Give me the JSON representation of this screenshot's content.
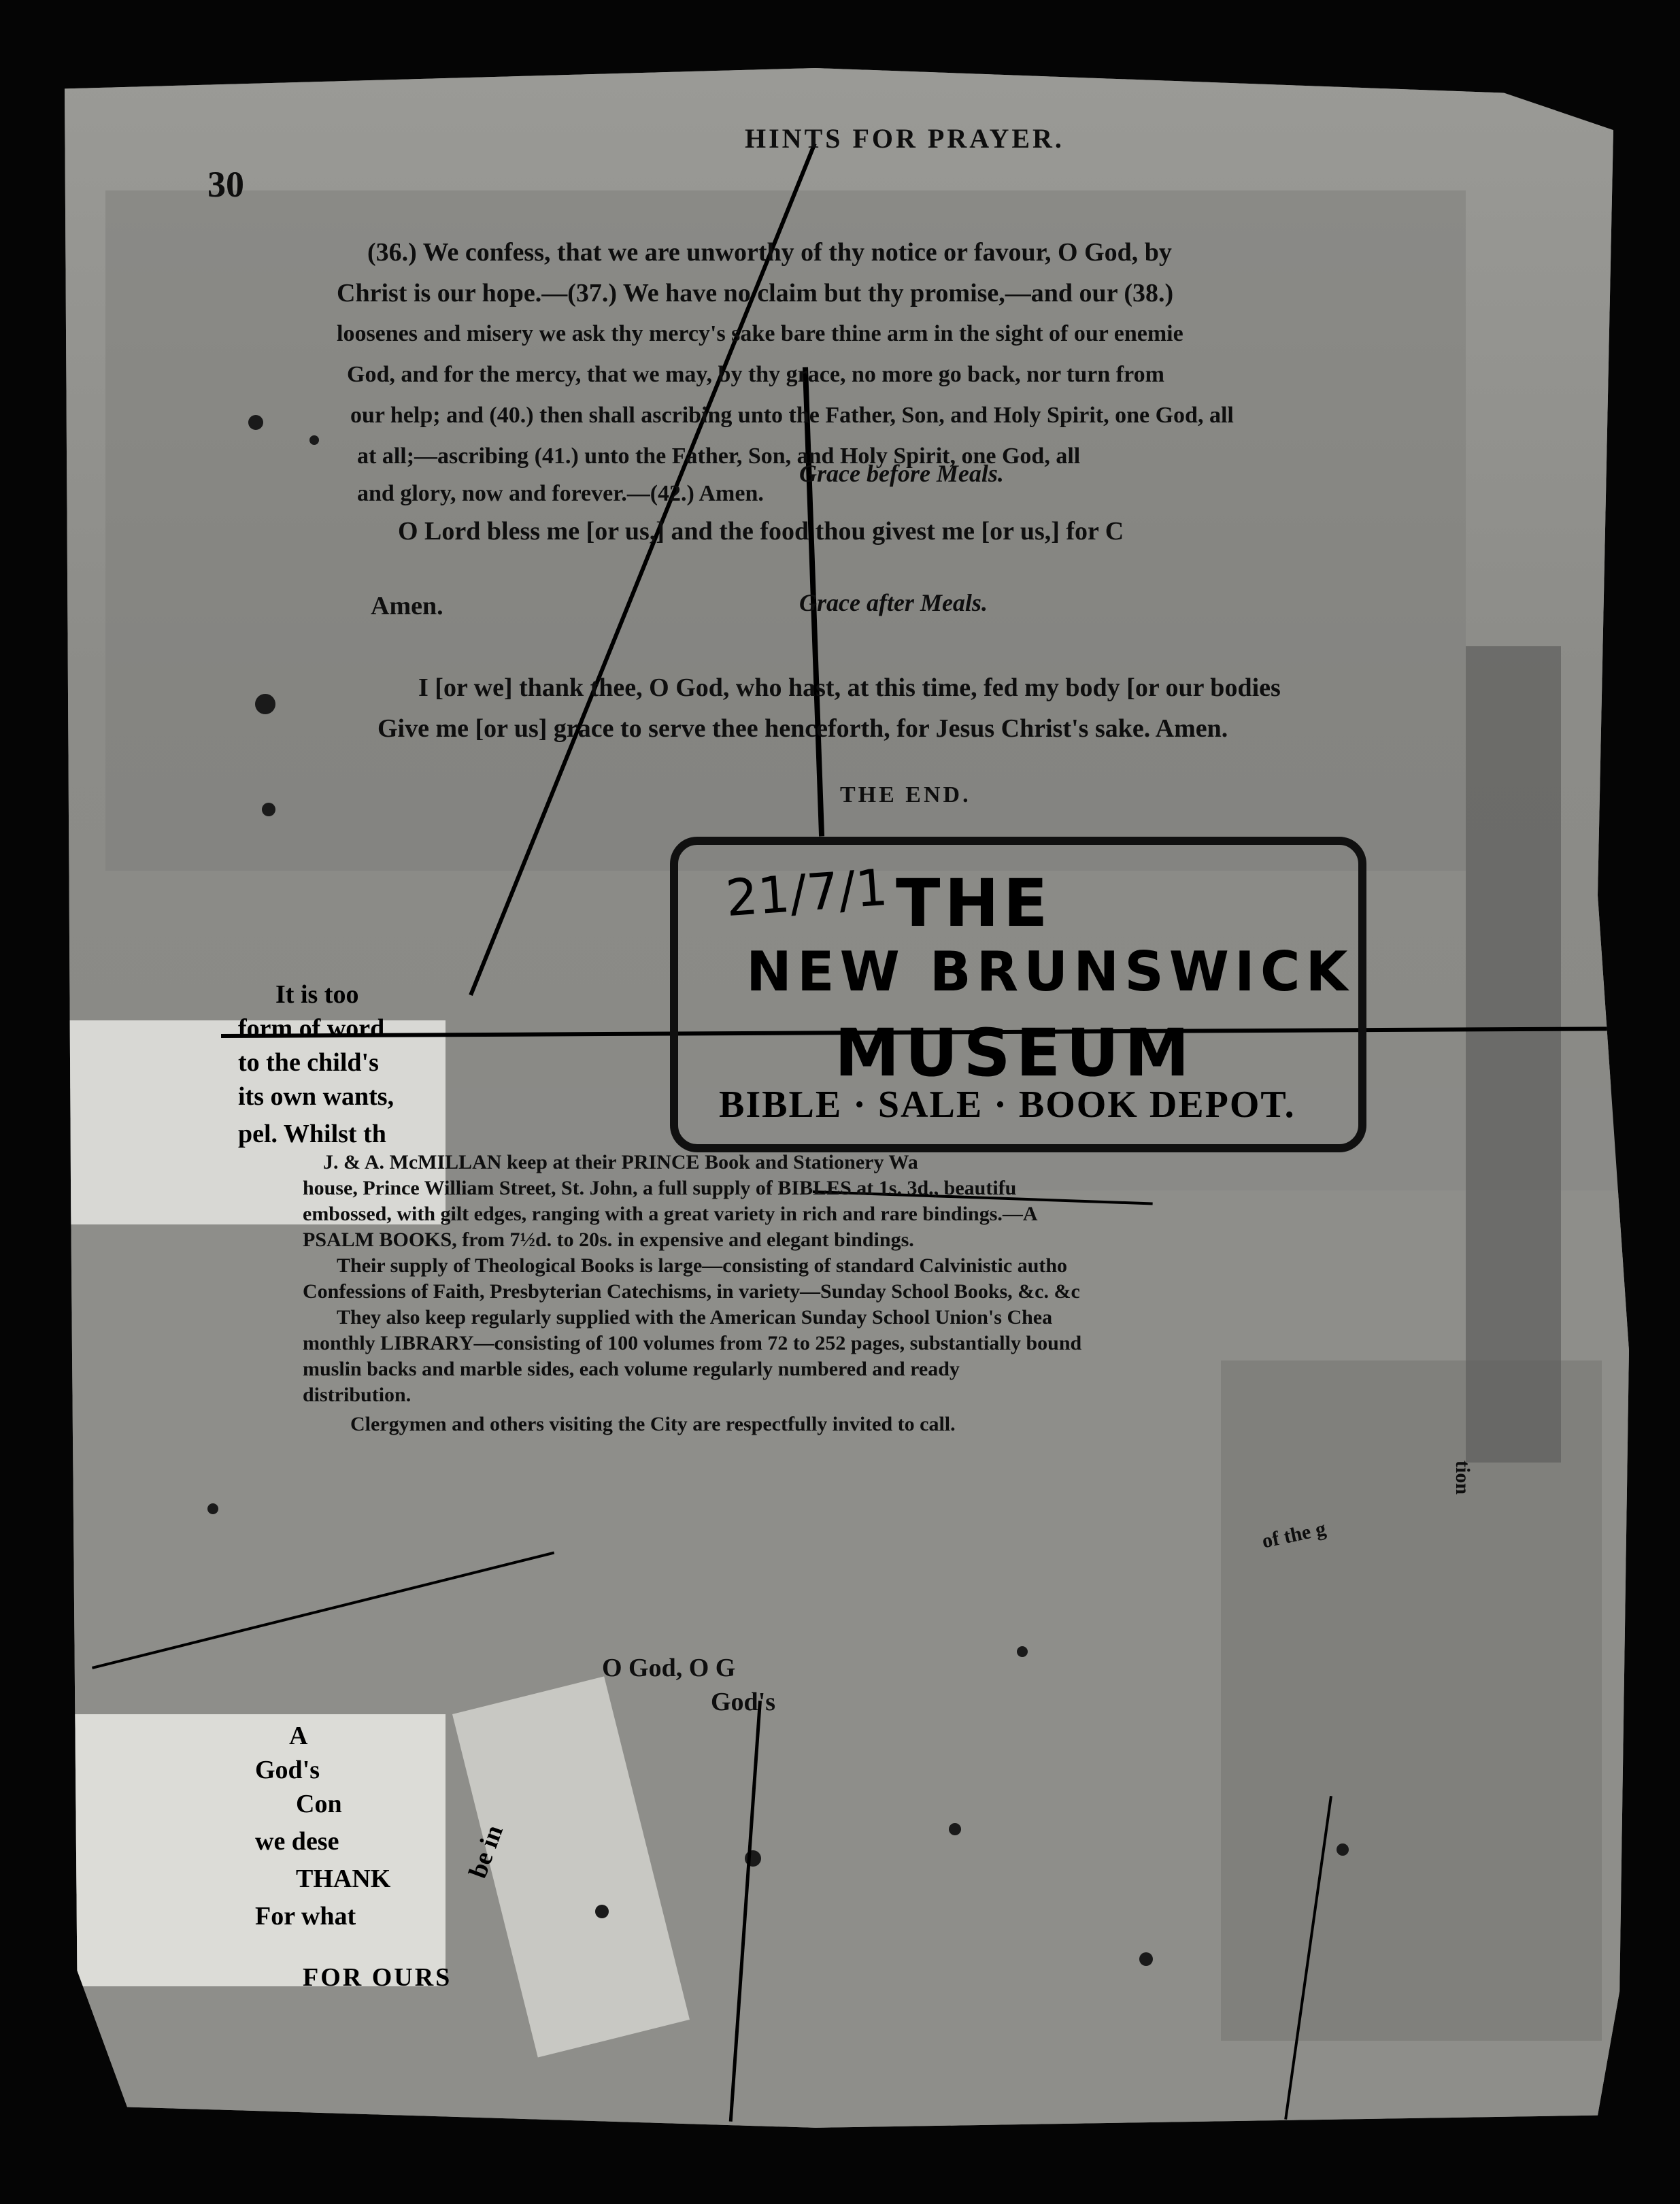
{
  "page_number": "30",
  "running_header": "HINTS FOR PRAYER.",
  "prayer_lines": [
    "(36.) We confess, that we are unworthy of thy notice or favour, O God, by",
    "Christ is our hope.—(37.) We have no claim but thy promise,—and our (38.)",
    "loosenes and misery we ask thy mercy's sake bare thine arm in the sight of our enemie",
    "God, and for the mercy, that we may, by thy grace, no more go back, nor turn from",
    "our help; and (40.) then shall ascribing unto the Father, Son, and Holy Spirit, one God, all",
    "at all;—ascribing (41.) unto the Father, Son, and Holy Spirit, one God, all",
    "and glory, now and forever.—(42.) Amen."
  ],
  "grace_before_title": "Grace before Meals.",
  "grace_before_text": "O Lord bless me [or us,] and the food thou givest me [or us,] for C",
  "grace_before_amen": "Amen.",
  "grace_after_title": "Grace after Meals.",
  "grace_after_lines": [
    "I [or we] thank thee, O God, who hast, at this time, fed my body [or our bodies",
    "Give me [or us] grace to serve thee henceforth, for Jesus Christ's sake.   Amen."
  ],
  "the_end": "THE END.",
  "stamp": {
    "handwritten": "21/7/1",
    "line1": "THE",
    "line2": "NEW BRUNSWICK",
    "line3": "MUSEUM",
    "line4": "BIBLE · SALE · BOOK DEPOT."
  },
  "left_fragment_lines": [
    "It is too",
    "form of word",
    "to the child's",
    "its own wants,",
    "pel.  Whilst th"
  ],
  "advert_lines": [
    "J. & A. McMILLAN keep at their PRINCE Book and Stationery Wa",
    "house, Prince William Street, St. John, a full supply of BIBLES at 1s. 3d., beautifu",
    "embossed, with gilt edges, ranging with a great variety in rich and rare bindings.—A",
    "PSALM BOOKS, from 7½d. to 20s. in expensive and elegant bindings.",
    "Their supply of Theological Books is large—consisting of standard Calvinistic autho",
    "Confessions of Faith, Presbyterian Catechisms, in variety—Sunday School Books, &c. &c",
    "They also keep regularly supplied with the American Sunday School Union's Chea",
    "monthly LIBRARY—consisting of 100 volumes from 72 to 252 pages, substantially bound",
    "muslin backs and marble sides, each volume regularly numbered and ready",
    "distribution."
  ],
  "advert_closing": "Clergymen and others visiting the City are respectfully invited to call.",
  "lower_fragments": [
    "O God, O G",
    "God's",
    "of the g",
    "tion"
  ],
  "lower_left_lines": [
    "A",
    "God's",
    "Con",
    "we dese",
    "THANK",
    "For what",
    "FOR OURS"
  ],
  "slip_text": "be in"
}
